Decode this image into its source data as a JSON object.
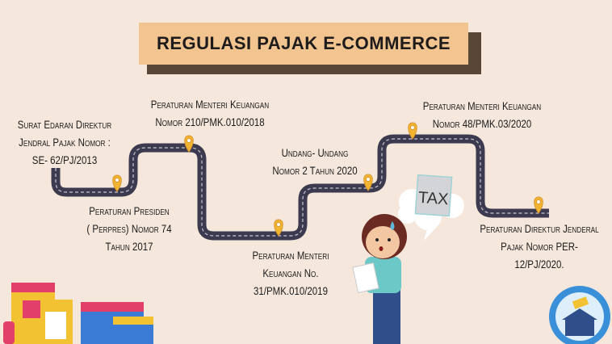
{
  "title": "REGULASI PAJAK E-COMMERCE",
  "milestones": [
    {
      "lines": [
        "Surat Edaran Direktur",
        "Jendral Pajak Nomor :",
        "SE- 62/PJ/2013"
      ]
    },
    {
      "lines": [
        "Peraturan Presiden",
        "( Perpres)  Nomor 74",
        "Tahun 2017"
      ]
    },
    {
      "lines": [
        "Peraturan Menteri Keuangan",
        "Nomor 210/PMK.010/2018"
      ]
    },
    {
      "lines": [
        "Peraturan Menteri",
        "Keuangan No.",
        "31/PMK.010/2019"
      ]
    },
    {
      "lines": [
        "Undang- Undang",
        "Nomor 2 Tahun 2020"
      ]
    },
    {
      "lines": [
        "Peraturan Menteri Keuangan",
        "Nomor 48/PMK.03/2020"
      ]
    },
    {
      "lines": [
        "Peraturan Direktur Jenderal",
        "Pajak Nomor PER-",
        "12/PJ/2020."
      ]
    }
  ],
  "illustration": {
    "tax_sign": "TAX"
  },
  "colors": {
    "background": "#f5e7dc",
    "title_box": "#f2c48f",
    "road": "#3b3a4e",
    "pin": "#f2b532"
  }
}
